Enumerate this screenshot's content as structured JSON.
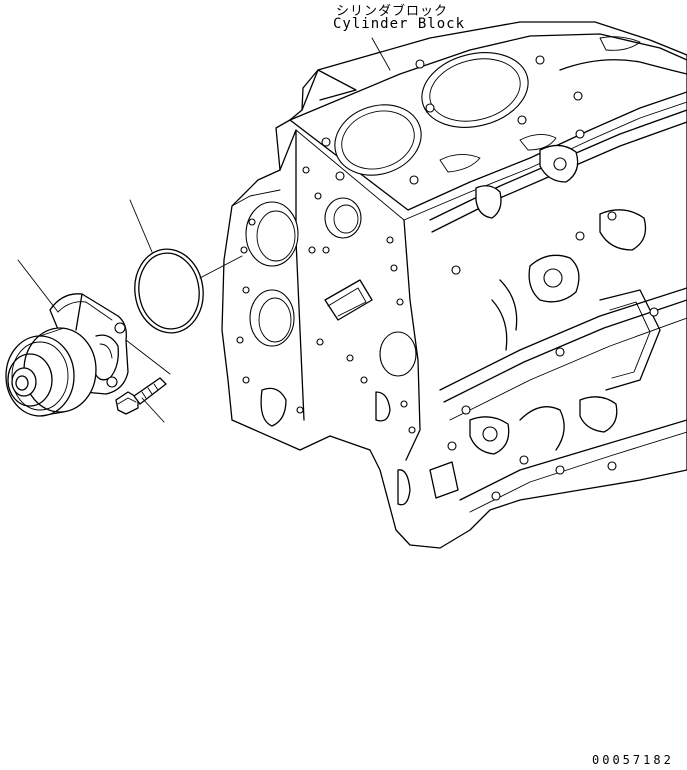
{
  "callout_label": {
    "japanese": "シリンダブロック",
    "english": "Cylinder Block"
  },
  "drawing_number": "00057182",
  "parts": [
    {
      "name": "cylinder-block"
    },
    {
      "name": "water-pump"
    },
    {
      "name": "o-ring"
    },
    {
      "name": "bolt"
    }
  ],
  "line_color": "#000000",
  "background_color": "#ffffff"
}
